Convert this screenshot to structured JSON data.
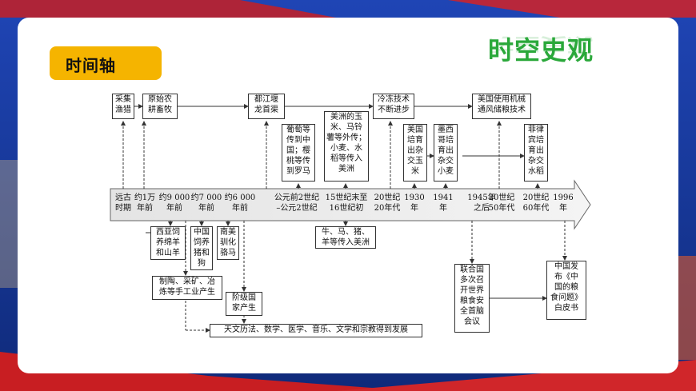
{
  "header": {
    "title": "时间轴",
    "brand": "时空史观"
  },
  "axis_labels": [
    "远古\n时期",
    "约1万\n年前",
    "约9 000\n年前",
    "约7 000\n年前",
    "约6 000\n年前",
    "公元前2世纪\n–公元2世纪",
    "15世纪末至\n16世纪初",
    "20世纪\n20年代",
    "1930\n年",
    "1941\n年",
    "1945年\n之后",
    "20世纪\n50年代",
    "20世纪\n60年代",
    "1996\n年"
  ],
  "upper_boxes": [
    "采集\n渔猎",
    "原始农\n耕畜牧",
    "都江堰\n龙首渠",
    "葡萄等\n传到中\n国；樱\n桃等传\n到罗马",
    "美洲的玉\n米、马铃\n薯等外传；\n小麦、水\n稻等传入\n美洲",
    "冷冻技术\n不断进步",
    "美国\n培育\n出杂\n交玉\n米",
    "墨西\n哥培\n育出\n杂交\n小麦",
    "美国使用机械\n通风储粮技术",
    "菲律\n宾培\n育出\n杂交\n水稻"
  ],
  "lower_boxes": [
    "西亚饲\n养绵羊\n和山羊",
    "中国\n饲养\n猪和\n狗",
    "南美\n驯化\n骆马",
    "制陶、采矿、冶\n炼等手工业产生",
    "阶级国\n家产生",
    "天文历法、数学、医学、音乐、文学和宗教得到发展",
    "牛、马、猪、\n羊等传入美洲",
    "联合国\n多次召\n开世界\n粮食安\n全首脑\n会议",
    "中国发\n布《中\n国的粮\n食问题》\n白皮书"
  ]
}
